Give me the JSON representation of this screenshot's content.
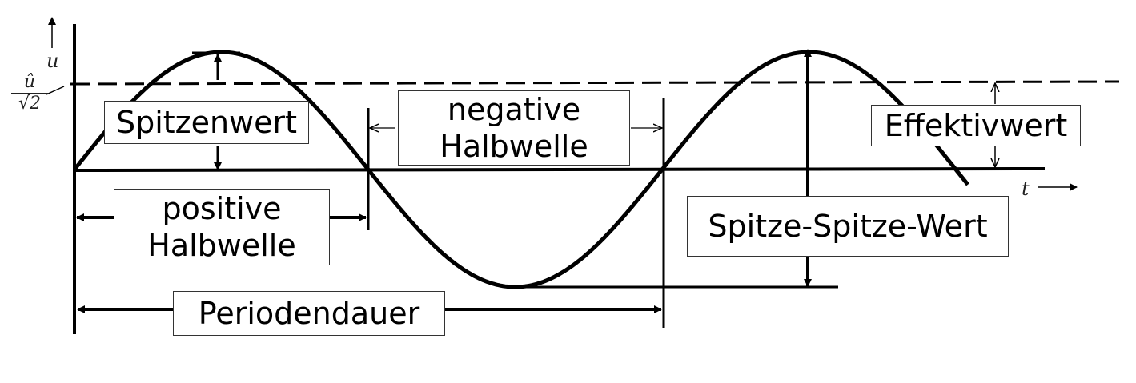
{
  "axes": {
    "y_symbol": "u",
    "x_symbol": "t",
    "rms_numerator": "û",
    "rms_denominator": "√2"
  },
  "labels": {
    "peak": "Spitzenwert",
    "negative_half": [
      "negative",
      "Halbwelle"
    ],
    "positive_half": [
      "positive",
      "Halbwelle"
    ],
    "effective": "Effektivwert",
    "peak_to_peak": "Spitze-Spitze-Wert",
    "period": "Periodendauer"
  },
  "colors": {
    "ink": "#000000",
    "box_border": "#333333"
  }
}
